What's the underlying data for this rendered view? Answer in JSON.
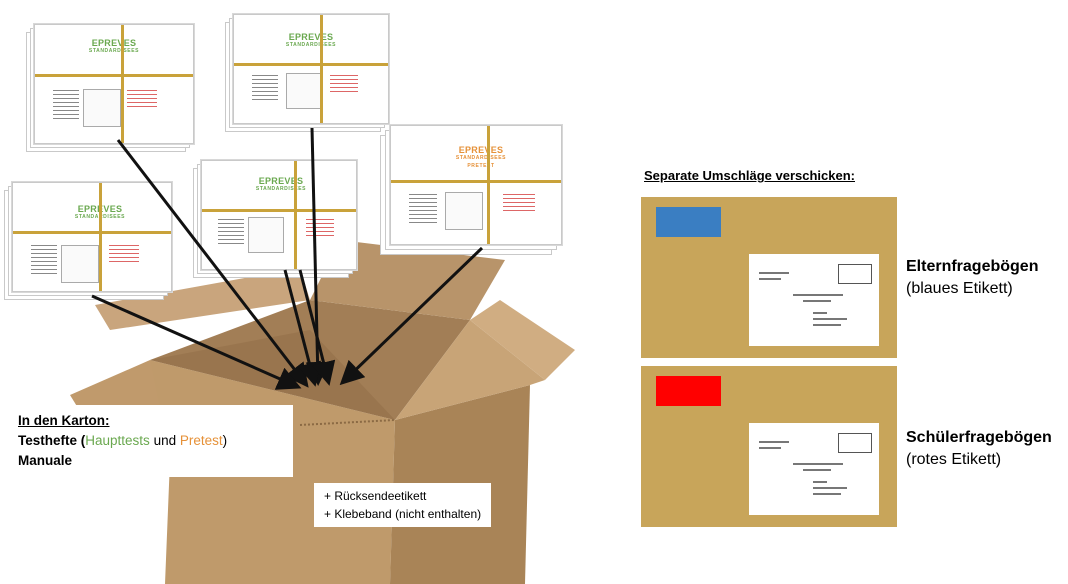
{
  "booklets": {
    "logo_line1": "EPREVES",
    "logo_line2": "STANDARDISEES",
    "logo_line3": "PRETEST",
    "colors": {
      "main": "#6aa84f",
      "pretest": "#e69138",
      "tape": "#c9a23a"
    }
  },
  "box_caption": {
    "heading": "In den Karton:",
    "line2_prefix": "Testhefte (",
    "line2_main": "Haupttests",
    "line2_mid": " und ",
    "line2_pretest": "Pretest",
    "line2_suffix": ")",
    "line3": "Manuale",
    "colors": {
      "haupttests": "#6aa84f",
      "pretest": "#e69138"
    }
  },
  "extras": {
    "line1": "+ Rücksendeetikett",
    "line2": "+ Klebeband (nicht enthalten)"
  },
  "right_panel": {
    "heading": "Separate Umschläge verschicken:",
    "envelopes": [
      {
        "title": "Elternfragebögen",
        "subtitle": "(blaues Etikett)",
        "label_color": "#3a7ec2"
      },
      {
        "title": "Schülerfragebögen",
        "subtitle": "(rotes Etikett)",
        "label_color": "#ff0000"
      }
    ]
  }
}
